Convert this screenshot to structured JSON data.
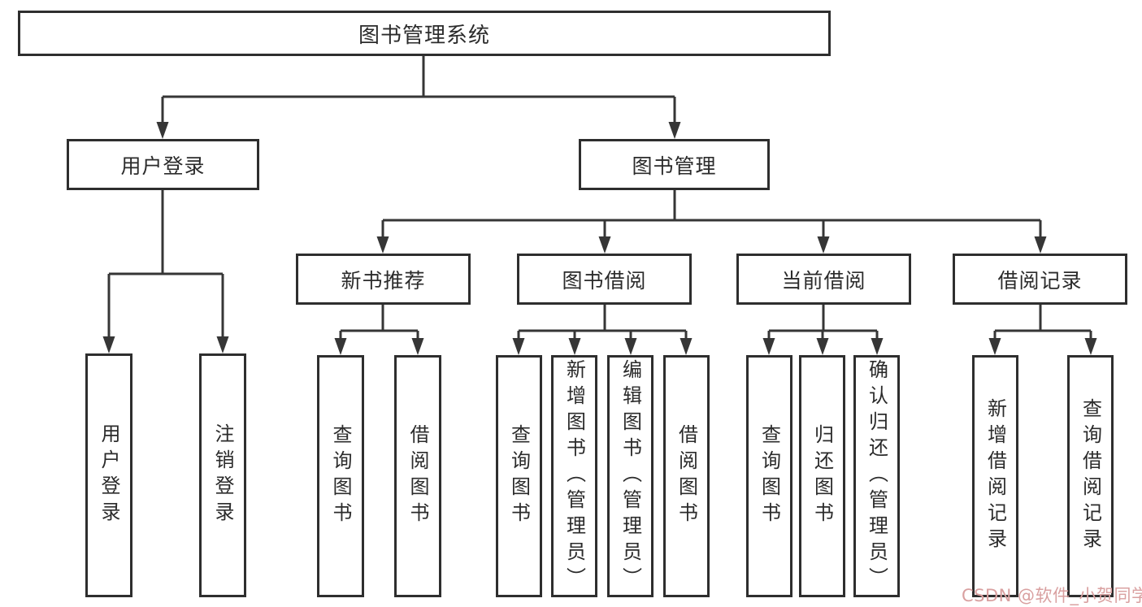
{
  "title": "图书管理系统",
  "watermark": {
    "text": "CSDN @软件_小贺同学",
    "color": "#d9a0a0"
  },
  "colors": {
    "line": "#363636",
    "box_border": "#2e2e2e",
    "text": "#2b2b2b",
    "background": "#ffffff"
  },
  "tree": {
    "label": "图书管理系统",
    "children": [
      {
        "label": "用户登录",
        "children": [
          {
            "label": "用户登录"
          },
          {
            "label": "注销登录"
          }
        ]
      },
      {
        "label": "图书管理",
        "children": [
          {
            "label": "新书推荐",
            "children": [
              {
                "label": "查询图书"
              },
              {
                "label": "借阅图书"
              }
            ]
          },
          {
            "label": "图书借阅",
            "children": [
              {
                "label": "查询图书"
              },
              {
                "label": "新增图书（管理员）"
              },
              {
                "label": "编辑图书（管理员）"
              },
              {
                "label": "借阅图书"
              }
            ]
          },
          {
            "label": "当前借阅",
            "children": [
              {
                "label": "查询图书"
              },
              {
                "label": "归还图书"
              },
              {
                "label": "确认归还（管理员）"
              }
            ]
          },
          {
            "label": "借阅记录",
            "children": [
              {
                "label": "新增借阅记录"
              },
              {
                "label": "查询借阅记录"
              }
            ]
          }
        ]
      }
    ]
  }
}
